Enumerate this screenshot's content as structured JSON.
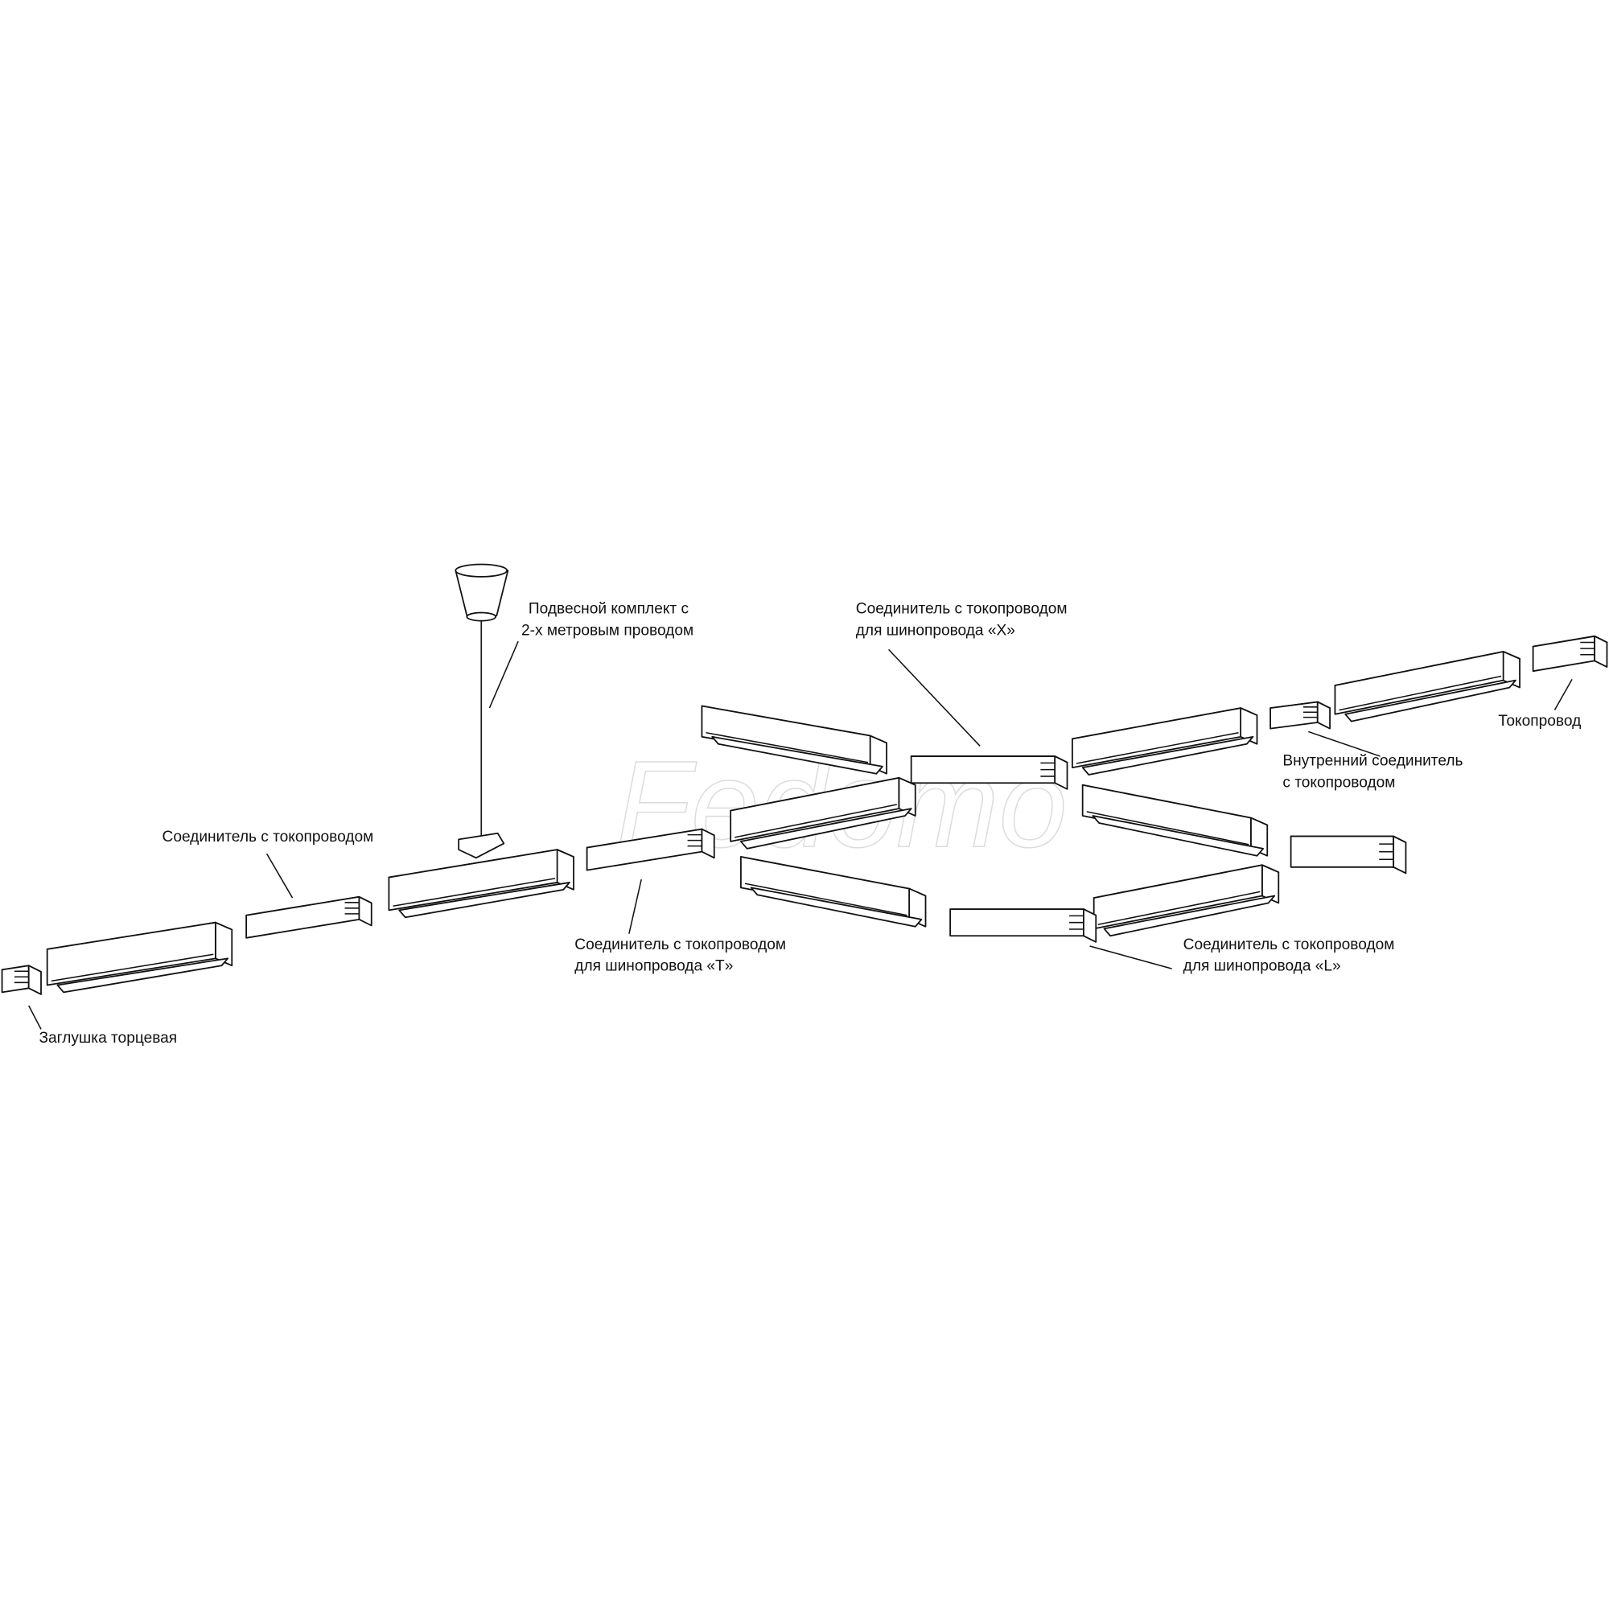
{
  "watermark": "Fedomo",
  "labels": {
    "suspension_kit": [
      "Подвесной комплект с",
      "2-х метровым проводом"
    ],
    "x_connector": [
      "Соединитель с токопроводом",
      "для шинопровода «X»"
    ],
    "track_feed": [
      "Токопровод"
    ],
    "inner_connector": [
      "Внутренний соединитель",
      "с токопроводом"
    ],
    "straight_connector": [
      "Соединитель с токопроводом"
    ],
    "t_connector": [
      "Соединитель с токопроводом",
      "для шинопровода «T»"
    ],
    "l_connector": [
      "Соединитель с токопроводом",
      "для шинопровода «L»"
    ],
    "end_cap": [
      "Заглушка торцевая"
    ]
  },
  "colors": {
    "line": "#111111",
    "background": "#ffffff",
    "watermark": "#dcdcdc"
  }
}
